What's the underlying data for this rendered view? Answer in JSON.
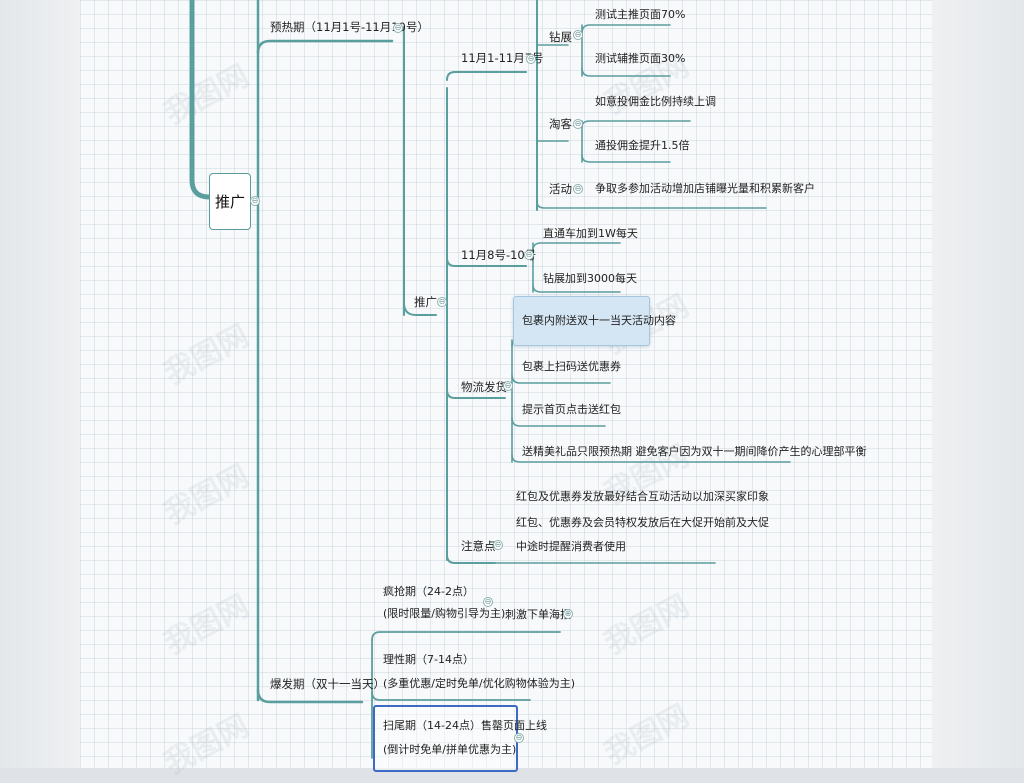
{
  "nodes": {
    "tuiguang_main": "推广",
    "yure": "预热期（11月1号-11月10号）",
    "nov1_7": "11月1-11月7号",
    "zuanzhan": "钻展",
    "zz_test1": "测试主推页面70%",
    "zz_test2": "测试辅推页面30%",
    "taoke": "淘客",
    "tk_1": "如意投佣金比例持续上调",
    "tk_2": "通投佣金提升1.5倍",
    "huodong": "活动",
    "hd_1": "争取多参加活动增加店铺曝光量和积累新客户",
    "nov8_10": "11月8号-10号",
    "n810_1": "直通车加到1W每天",
    "n810_2": "钻展加到3000每天",
    "tuiguang_sub": "推广",
    "wuliu": "物流发货",
    "wl_1": "包裹内附送双十一当天活动内容",
    "wl_2": "包裹上扫码送优惠券",
    "wl_3": "提示首页点击送红包",
    "wl_4": "送精美礼品只限预热期 避免客户因为双十一期间降价产生的心理部平衡",
    "zhuyi": "注意点",
    "zy_1": "红包及优惠券发放最好结合互动活动以加深买家印象",
    "zy_2": "红包、优惠券及会员特权发放后在大促开始前及大促",
    "zy_3": "中途时提醒消费者使用",
    "baofa": "爆发期（双十一当天）",
    "fengqiang_1": "疯抢期（24-2点）",
    "fengqiang_2": "(限时限量/购物引导为主)",
    "cijixiadan": "刺激下单海报",
    "lixing_1": "理性期（7-14点）",
    "lixing_2": "(多重优惠/定时免单/优化购物体验为主)",
    "saowei_1": "扫尾期（14-24点）售罄页面上线",
    "saowei_2": "(倒计时免单/拼单优惠为主)"
  },
  "toggles": {
    "collapse": "⊖",
    "expand": "⊕"
  },
  "watermark": "我图网",
  "colors": {
    "branch": "#5b9e9e",
    "selected": "#3c6ac4",
    "highlight": "#d4e6f3"
  }
}
